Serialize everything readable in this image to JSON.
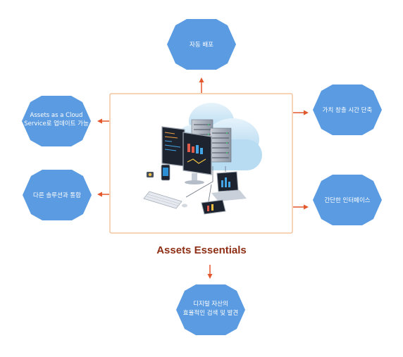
{
  "diagram": {
    "title": "Assets Essentials",
    "colors": {
      "hexagon": "#5b9be1",
      "arrow": "#e2582c",
      "frame_border": "#f2a86f",
      "title": "#8e2f16"
    },
    "nodes": {
      "top": {
        "lines": [
          "자동 배포"
        ]
      },
      "top_left": {
        "lines": [
          "Assets as a Cloud",
          "Service로 업데이트 가능"
        ]
      },
      "mid_left": {
        "lines": [
          "다른 솔루션과 통합"
        ]
      },
      "top_right": {
        "lines": [
          "가치 창출 시간 단축"
        ]
      },
      "mid_right": {
        "lines": [
          "간단한 인터페이스"
        ]
      },
      "bottom": {
        "lines": [
          "디지털 자산의",
          "효율적인 검색 및 발견"
        ]
      }
    },
    "center_image": {
      "icon": "cloud-computing-illustration"
    }
  }
}
